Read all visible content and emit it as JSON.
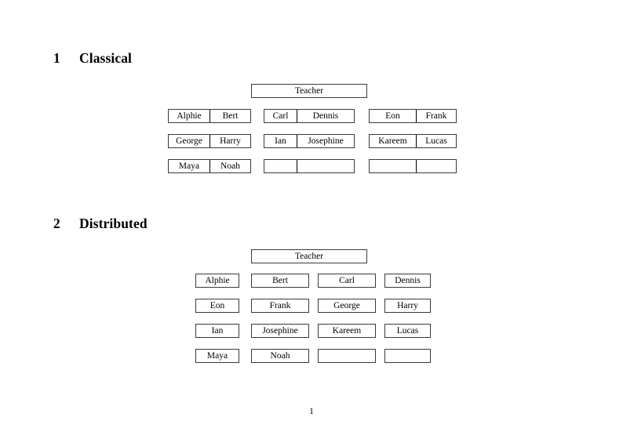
{
  "document": {
    "page_number": "1"
  },
  "sections": [
    {
      "number": "1",
      "title": "Classical",
      "teacher_label": "Teacher",
      "columns": [
        {
          "rows": [
            {
              "left": "Alphie",
              "right": "Bert"
            },
            {
              "left": "George",
              "right": "Harry"
            },
            {
              "left": "Maya",
              "right": "Noah"
            }
          ]
        },
        {
          "rows": [
            {
              "left": "Carl",
              "right": "Dennis"
            },
            {
              "left": "Ian",
              "right": "Josephine"
            },
            {
              "left": "",
              "right": ""
            }
          ]
        },
        {
          "rows": [
            {
              "left": "Eon",
              "right": "Frank"
            },
            {
              "left": "Kareem",
              "right": "Lucas"
            },
            {
              "left": "",
              "right": ""
            }
          ]
        }
      ]
    },
    {
      "number": "2",
      "title": "Distributed",
      "teacher_label": "Teacher",
      "grid": [
        [
          "Alphie",
          "Bert",
          "Carl",
          "Dennis"
        ],
        [
          "Eon",
          "Frank",
          "George",
          "Harry"
        ],
        [
          "Ian",
          "Josephine",
          "Kareem",
          "Lucas"
        ],
        [
          "Maya",
          "Noah",
          "",
          ""
        ]
      ]
    }
  ],
  "colors": {
    "page_background": "#ffffff",
    "text": "#000000",
    "box_border": "#3a3a3a",
    "divider": "#000000"
  }
}
